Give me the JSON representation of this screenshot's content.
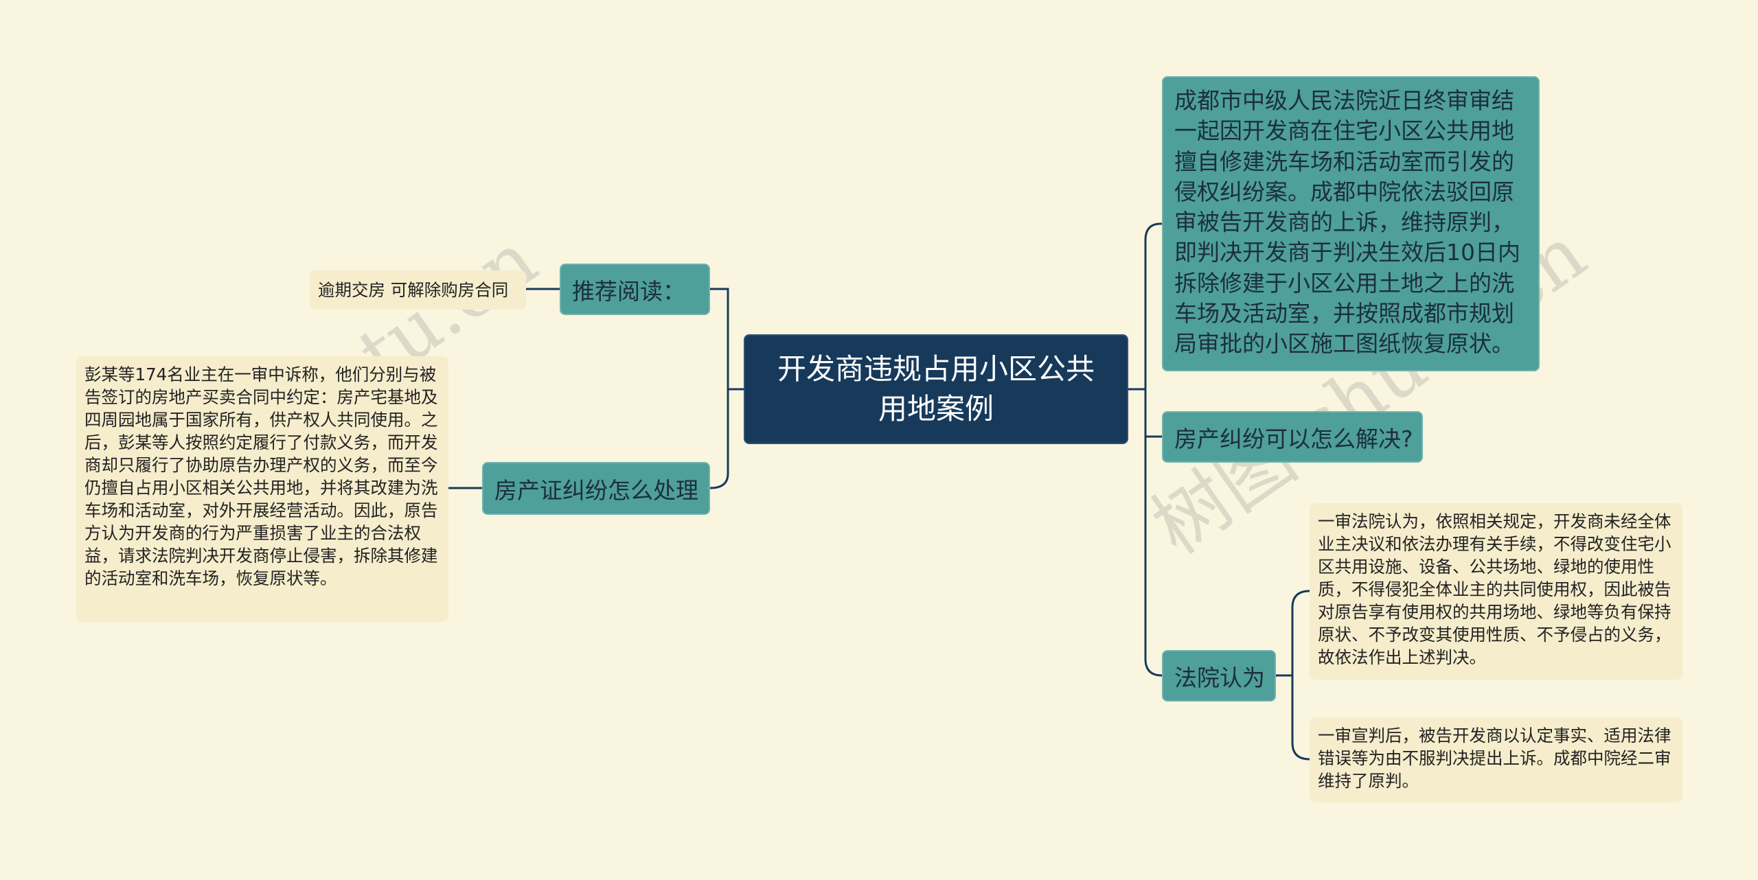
{
  "center": {
    "title": "开发商违规占用小区公共用地案例"
  },
  "left": {
    "recommend": {
      "label": "推荐阅读：",
      "leaf": "逾期交房 可解除购房合同"
    },
    "certificate": {
      "label": "房产证纠纷怎么处理",
      "detail": "彭某等174名业主在一审中诉称，他们分别与被告签订的房地产买卖合同中约定：房产宅基地及四周园地属于国家所有，供产权人共同使用。之后，彭某等人按照约定履行了付款义务，而开发商却只履行了协助原告办理产权的义务，而至今仍擅自占用小区相关公共用地，并将其改建为洗车场和活动室，对外开展经营活动。因此，原告方认为开发商的行为严重损害了业主的合法权益，请求法院判决开发商停止侵害，拆除其修建的活动室和洗车场，恢复原状等。"
    }
  },
  "right": {
    "summary": "成都市中级人民法院近日终审审结一起因开发商在住宅小区公共用地擅自修建洗车场和活动室而引发的侵权纠纷案。成都中院依法驳回原审被告开发商的上诉，维持原判，即判决开发商于判决生效后10日内拆除修建于小区公用土地之上的洗车场及活动室，并按照成都市规划局审批的小区施工图纸恢复原状。",
    "question": "房产纠纷可以怎么解决?",
    "court": {
      "label": "法院认为",
      "details": [
        "一审法院认为，依照相关规定，开发商未经全体业主决议和依法办理有关手续，不得改变住宅小区共用设施、设备、公共场地、绿地的使用性质，不得侵犯全体业主的共同使用权，因此被告对原告享有使用权的共用场地、绿地等负有保持原状、不予改变其使用性质、不予侵占的义务，故依法作出上述判决。",
        "一审宣判后，被告开发商以认定事实、适用法律错误等为由不服判决提出上诉。成都中院经二审维持了原判。"
      ]
    }
  },
  "watermarks": [
    "shutu.cn",
    "树图 shutu.cn"
  ],
  "colors": {
    "background": "#faf5df",
    "center": "#173a5b",
    "branch": "#4f9f9b",
    "leaf": "#f5edcc",
    "line": "#173a5b"
  }
}
